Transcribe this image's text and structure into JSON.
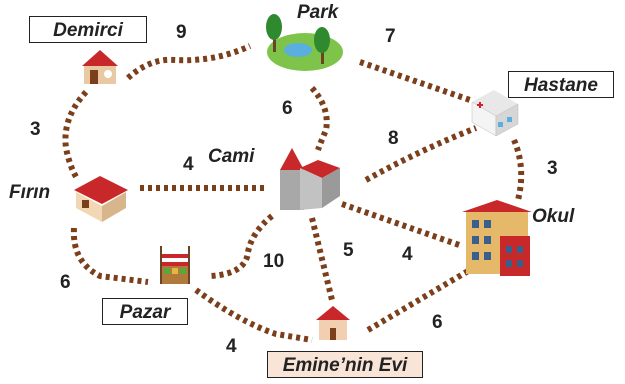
{
  "places": {
    "demirci": "Demirci",
    "park": "Park",
    "hastane": "Hastane",
    "cami": "Cami",
    "firin": "Fırın",
    "okul": "Okul",
    "pazar": "Pazar",
    "emine_evi": "Emine’nin Evi"
  },
  "distances": {
    "demirci_park": "9",
    "park_hastane": "7",
    "demirci_firin": "3",
    "park_cami": "6",
    "cami_hastane": "8",
    "hastane_okul": "3",
    "firin_cami": "4",
    "cami_okul": "4",
    "cami_emine": "5",
    "cami_pazar": "10",
    "firin_pazar": "6",
    "pazar_emine": "4",
    "emine_okul": "6"
  },
  "colors": {
    "road": "#7b3f1c",
    "roof": "#c8282a",
    "park_green": "#7ec44a"
  }
}
